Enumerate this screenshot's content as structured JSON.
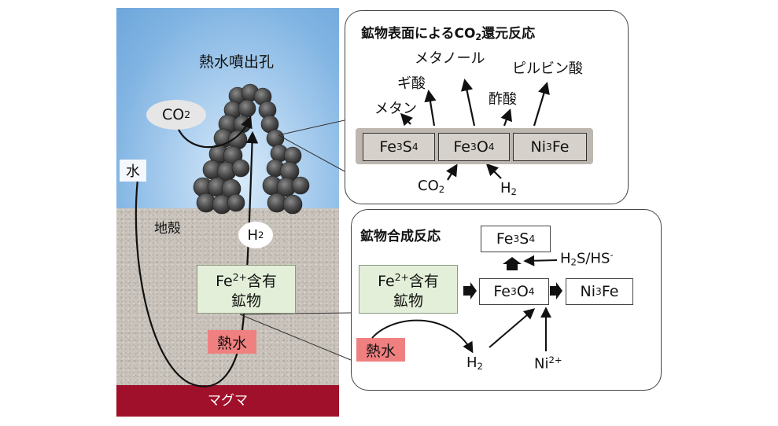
{
  "left": {
    "vent_label": "熱水噴出孔",
    "water_label": "水",
    "crust_label": "地殻",
    "magma_label": "マグマ",
    "co2": {
      "base": "CO",
      "sub": "2"
    },
    "h2": {
      "base": "H",
      "sub": "2"
    },
    "mineral": {
      "line1_base": "Fe",
      "line1_sup": "2+",
      "line1_rest": "含有",
      "line2": "鉱物"
    },
    "hot_water": "熱水"
  },
  "top_callout": {
    "title_base": "鉱物表面によるCO",
    "title_sub": "2",
    "title_rest": "還元反応",
    "products": {
      "methanol": "メタノール",
      "formic_acid": "ギ酸",
      "methane": "メタン",
      "pyruvic_acid": "ピルビン酸",
      "acetic_acid": "酢酸"
    },
    "minerals": [
      {
        "base1": "Fe",
        "sub1": "3",
        "base2": "S",
        "sub2": "4"
      },
      {
        "base1": "Fe",
        "sub1": "3",
        "base2": "O",
        "sub2": "4"
      },
      {
        "base1": "Ni",
        "sub1": "3",
        "base2": "Fe",
        "sub2": ""
      }
    ],
    "co2": {
      "base": "CO",
      "sub": "2"
    },
    "h2": {
      "base": "H",
      "sub": "2"
    }
  },
  "bottom_callout": {
    "title": "鉱物合成反応",
    "fe3s4": {
      "base1": "Fe",
      "sub1": "3",
      "base2": "S",
      "sub2": "4"
    },
    "fe3o4": {
      "base1": "Fe",
      "sub1": "3",
      "base2": "O",
      "sub2": "4"
    },
    "ni3fe": {
      "base1": "Ni",
      "sub1": "3",
      "base2": "Fe"
    },
    "h2s": {
      "base1": "H",
      "sub1": "2",
      "rest": "S/HS",
      "sup": "-"
    },
    "mineral": {
      "line1_base": "Fe",
      "line1_sup": "2+",
      "line1_rest": "含有",
      "line2": "鉱物"
    },
    "hot_water": "熱水",
    "h2": {
      "base": "H",
      "sub": "2"
    },
    "ni": {
      "base": "Ni",
      "sup": "2+"
    }
  }
}
